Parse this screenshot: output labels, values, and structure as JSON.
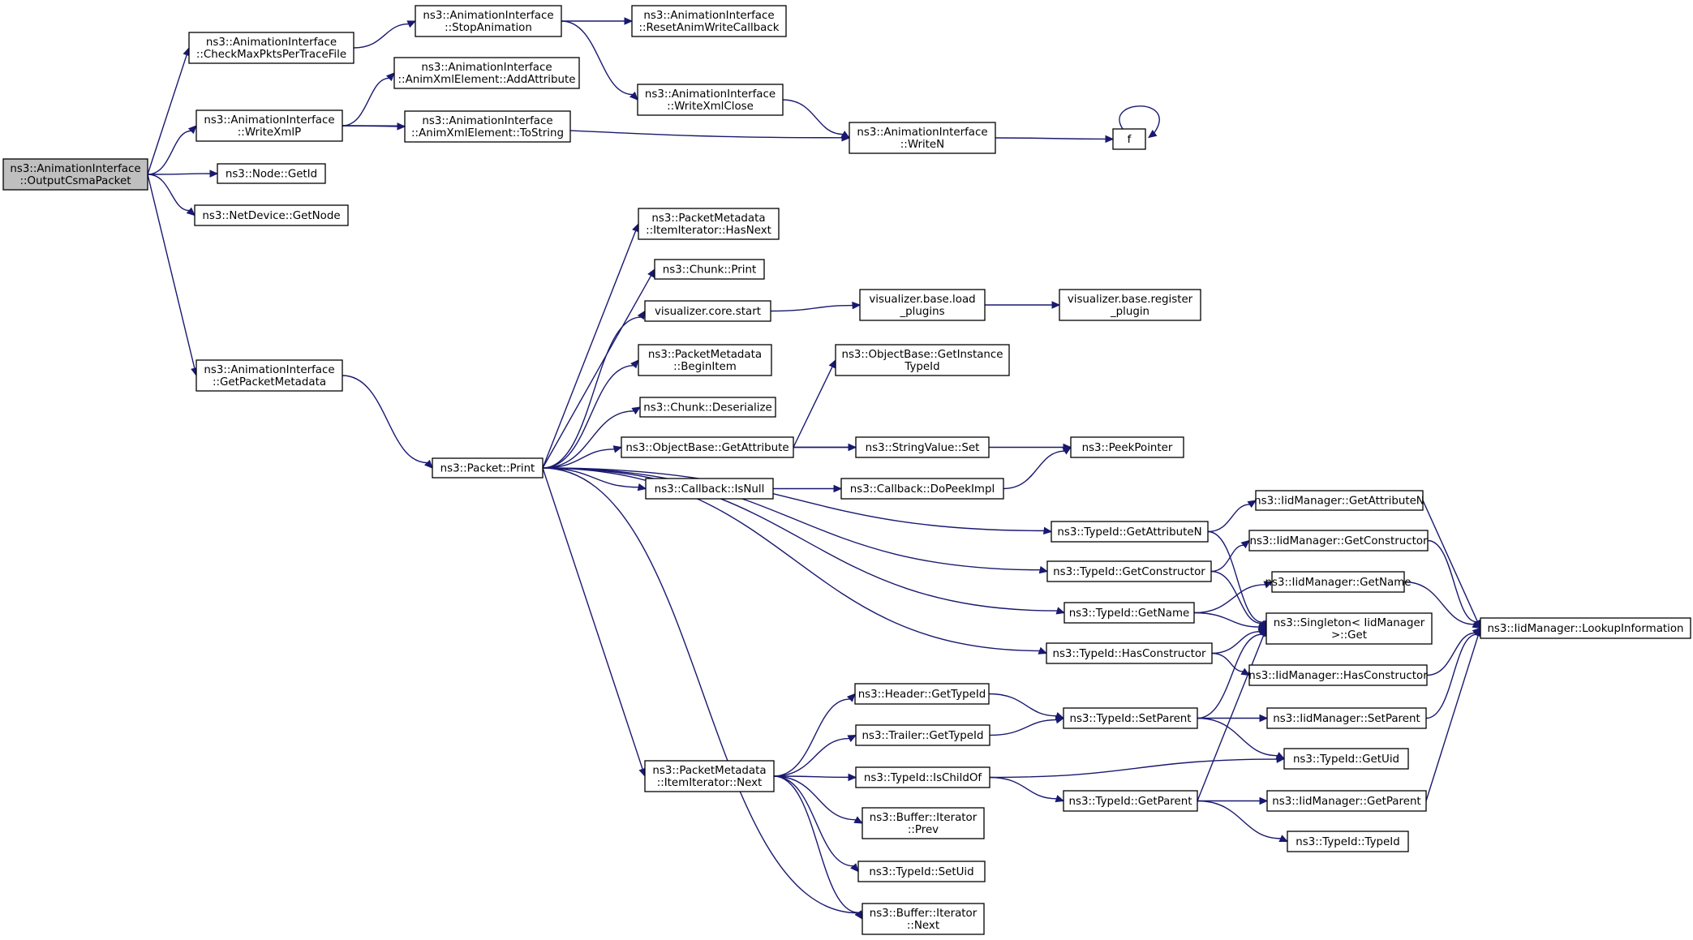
{
  "colors": {
    "edge": "#191970",
    "node_border": "#000000",
    "root_fill": "#bfbfbf",
    "node_fill": "#ffffff"
  },
  "nodes": {
    "root": [
      "ns3::AnimationInterface",
      "::OutputCsmaPacket"
    ],
    "check_max_pkts": [
      "ns3::AnimationInterface",
      "::CheckMaxPktsPerTraceFile"
    ],
    "stop_animation": [
      "ns3::AnimationInterface",
      "::StopAnimation"
    ],
    "reset_anim_write_cb": [
      "ns3::AnimationInterface",
      "::ResetAnimWriteCallback"
    ],
    "add_attribute": [
      "ns3::AnimationInterface",
      "::AnimXmlElement::AddAttribute"
    ],
    "write_xml_p": [
      "ns3::AnimationInterface",
      "::WriteXmlP"
    ],
    "to_string": [
      "ns3::AnimationInterface",
      "::AnimXmlElement::ToString"
    ],
    "write_xml_close": [
      "ns3::AnimationInterface",
      "::WriteXmlClose"
    ],
    "write_n": [
      "ns3::AnimationInterface",
      "::WriteN"
    ],
    "f": [
      "f"
    ],
    "node_get_id": [
      "ns3::Node::GetId"
    ],
    "netdevice_get_node": [
      "ns3::NetDevice::GetNode"
    ],
    "get_packet_metadata": [
      "ns3::AnimationInterface",
      "::GetPacketMetadata"
    ],
    "packet_print": [
      "ns3::Packet::Print"
    ],
    "item_iter_has_next": [
      "ns3::PacketMetadata",
      "::ItemIterator::HasNext"
    ],
    "chunk_print": [
      "ns3::Chunk::Print"
    ],
    "visualizer_core_start": [
      "visualizer.core.start"
    ],
    "visualizer_load_plugins": [
      "visualizer.base.load",
      "_plugins"
    ],
    "visualizer_register_plugin": [
      "visualizer.base.register",
      "_plugin"
    ],
    "begin_item": [
      "ns3::PacketMetadata",
      "::BeginItem"
    ],
    "get_instance_type_id": [
      "ns3::ObjectBase::GetInstance",
      "TypeId"
    ],
    "chunk_deserialize": [
      "ns3::Chunk::Deserialize"
    ],
    "get_attribute": [
      "ns3::ObjectBase::GetAttribute"
    ],
    "string_value_set": [
      "ns3::StringValue::Set"
    ],
    "peek_pointer": [
      "ns3::PeekPointer"
    ],
    "callback_is_null": [
      "ns3::Callback::IsNull"
    ],
    "callback_do_peek_impl": [
      "ns3::Callback::DoPeekImpl"
    ],
    "iid_get_attribute_n": [
      "ns3::IidManager::GetAttributeN"
    ],
    "typeid_get_attribute_n": [
      "ns3::TypeId::GetAttributeN"
    ],
    "iid_get_constructor": [
      "ns3::IidManager::GetConstructor"
    ],
    "typeid_get_constructor": [
      "ns3::TypeId::GetConstructor"
    ],
    "iid_get_name": [
      "ns3::IidManager::GetName"
    ],
    "typeid_get_name": [
      "ns3::TypeId::GetName"
    ],
    "singleton_get": [
      "ns3::Singleton< IidManager",
      ">::Get"
    ],
    "lookup_information": [
      "ns3::IidManager::LookupInformation"
    ],
    "typeid_has_constructor": [
      "ns3::TypeId::HasConstructor"
    ],
    "iid_has_constructor": [
      "ns3::IidManager::HasConstructor"
    ],
    "header_get_type_id": [
      "ns3::Header::GetTypeId"
    ],
    "typeid_set_parent": [
      "ns3::TypeId::SetParent"
    ],
    "iid_set_parent": [
      "ns3::IidManager::SetParent"
    ],
    "trailer_get_type_id": [
      "ns3::Trailer::GetTypeId"
    ],
    "item_iter_next": [
      "ns3::PacketMetadata",
      "::ItemIterator::Next"
    ],
    "typeid_get_uid": [
      "ns3::TypeId::GetUid"
    ],
    "typeid_is_child_of": [
      "ns3::TypeId::IsChildOf"
    ],
    "typeid_get_parent": [
      "ns3::TypeId::GetParent"
    ],
    "iid_get_parent": [
      "ns3::IidManager::GetParent"
    ],
    "buffer_iter_prev": [
      "ns3::Buffer::Iterator",
      "::Prev"
    ],
    "typeid_typeid": [
      "ns3::TypeId::TypeId"
    ],
    "typeid_set_uid": [
      "ns3::TypeId::SetUid"
    ],
    "buffer_iter_next": [
      "ns3::Buffer::Iterator",
      "::Next"
    ]
  },
  "edges": [
    [
      "root",
      "check_max_pkts"
    ],
    [
      "root",
      "write_xml_p"
    ],
    [
      "root",
      "node_get_id"
    ],
    [
      "root",
      "netdevice_get_node"
    ],
    [
      "root",
      "get_packet_metadata"
    ],
    [
      "check_max_pkts",
      "stop_animation"
    ],
    [
      "stop_animation",
      "reset_anim_write_cb"
    ],
    [
      "stop_animation",
      "write_xml_close"
    ],
    [
      "write_xml_p",
      "add_attribute"
    ],
    [
      "write_xml_p",
      "to_string"
    ],
    [
      "write_xml_p",
      "write_n"
    ],
    [
      "write_xml_close",
      "write_n"
    ],
    [
      "write_n",
      "f"
    ],
    [
      "f",
      "f"
    ],
    [
      "get_packet_metadata",
      "packet_print"
    ],
    [
      "packet_print",
      "item_iter_has_next"
    ],
    [
      "packet_print",
      "chunk_print"
    ],
    [
      "packet_print",
      "visualizer_core_start"
    ],
    [
      "packet_print",
      "begin_item"
    ],
    [
      "packet_print",
      "chunk_deserialize"
    ],
    [
      "packet_print",
      "get_attribute"
    ],
    [
      "packet_print",
      "callback_is_null"
    ],
    [
      "packet_print",
      "typeid_get_attribute_n"
    ],
    [
      "packet_print",
      "typeid_get_constructor"
    ],
    [
      "packet_print",
      "typeid_get_name"
    ],
    [
      "packet_print",
      "typeid_has_constructor"
    ],
    [
      "packet_print",
      "item_iter_next"
    ],
    [
      "packet_print",
      "buffer_iter_next"
    ],
    [
      "visualizer_core_start",
      "visualizer_load_plugins"
    ],
    [
      "visualizer_load_plugins",
      "visualizer_register_plugin"
    ],
    [
      "get_attribute",
      "get_instance_type_id"
    ],
    [
      "get_attribute",
      "peek_pointer"
    ],
    [
      "get_attribute",
      "string_value_set"
    ],
    [
      "callback_is_null",
      "callback_do_peek_impl"
    ],
    [
      "callback_do_peek_impl",
      "peek_pointer"
    ],
    [
      "typeid_get_attribute_n",
      "iid_get_attribute_n"
    ],
    [
      "typeid_get_attribute_n",
      "singleton_get"
    ],
    [
      "typeid_get_constructor",
      "iid_get_constructor"
    ],
    [
      "typeid_get_constructor",
      "singleton_get"
    ],
    [
      "typeid_get_name",
      "iid_get_name"
    ],
    [
      "typeid_get_name",
      "singleton_get"
    ],
    [
      "typeid_has_constructor",
      "singleton_get"
    ],
    [
      "typeid_has_constructor",
      "iid_has_constructor"
    ],
    [
      "iid_get_attribute_n",
      "lookup_information"
    ],
    [
      "iid_get_constructor",
      "lookup_information"
    ],
    [
      "iid_get_name",
      "lookup_information"
    ],
    [
      "iid_has_constructor",
      "lookup_information"
    ],
    [
      "iid_set_parent",
      "lookup_information"
    ],
    [
      "iid_get_parent",
      "lookup_information"
    ],
    [
      "item_iter_next",
      "header_get_type_id"
    ],
    [
      "item_iter_next",
      "trailer_get_type_id"
    ],
    [
      "item_iter_next",
      "typeid_is_child_of"
    ],
    [
      "item_iter_next",
      "buffer_iter_prev"
    ],
    [
      "item_iter_next",
      "typeid_set_uid"
    ],
    [
      "item_iter_next",
      "buffer_iter_next"
    ],
    [
      "header_get_type_id",
      "typeid_set_parent"
    ],
    [
      "trailer_get_type_id",
      "typeid_set_parent"
    ],
    [
      "typeid_set_parent",
      "singleton_get"
    ],
    [
      "typeid_set_parent",
      "iid_set_parent"
    ],
    [
      "typeid_set_parent",
      "typeid_get_uid"
    ],
    [
      "typeid_is_child_of",
      "typeid_get_uid"
    ],
    [
      "typeid_is_child_of",
      "typeid_get_parent"
    ],
    [
      "typeid_get_parent",
      "singleton_get"
    ],
    [
      "typeid_get_parent",
      "iid_get_parent"
    ],
    [
      "typeid_get_parent",
      "typeid_typeid"
    ]
  ]
}
